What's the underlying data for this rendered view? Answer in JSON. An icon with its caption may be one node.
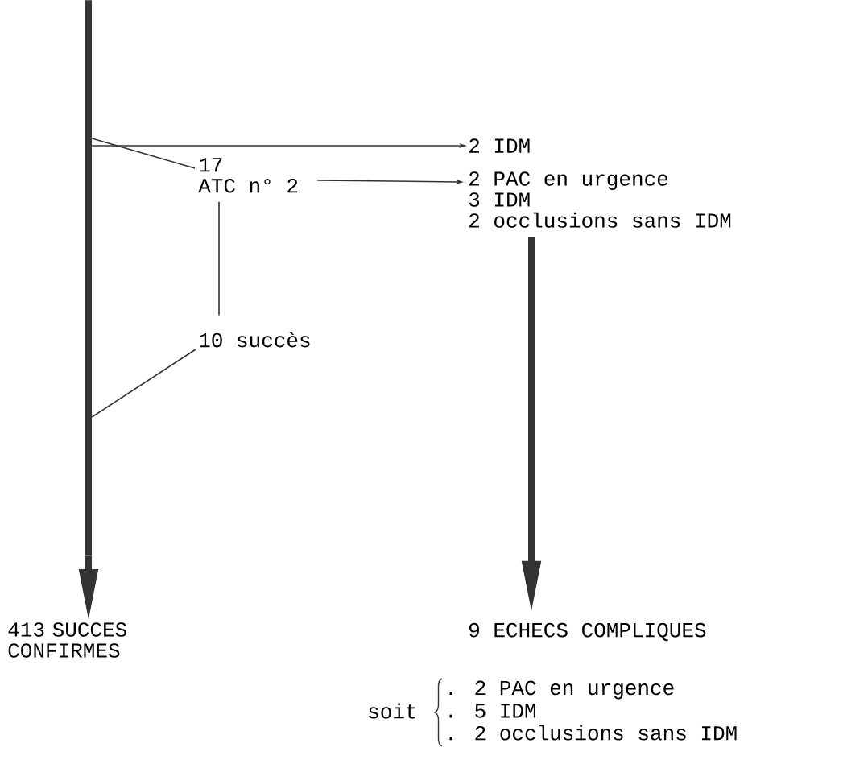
{
  "diagram": {
    "nodes": [
      {
        "text": [],
        "shape": "bar"
      },
      {
        "text": [
          "2 IDM"
        ]
      },
      {
        "text": [
          "17",
          "ATC n° 2"
        ]
      },
      {
        "text": [
          "2 PAC en urgence",
          "3 IDM",
          "2 occlusions sans IDM"
        ]
      },
      {
        "text": [
          "10 succès"
        ]
      },
      {
        "text": [
          "413 SUCCES CONFIRMES"
        ]
      },
      {
        "text": [
          "9 ECHECS COMPLIQUES"
        ]
      }
    ],
    "edges": [
      {
        "from": 0,
        "to": 1,
        "arrow": "to"
      },
      {
        "from": 0,
        "to": 2,
        "arrow": "none"
      },
      {
        "from": 2,
        "to": 3,
        "arrow": "to"
      },
      {
        "from": 2,
        "to": 4,
        "arrow": "none"
      },
      {
        "from": 4,
        "to": 0,
        "arrow": "none"
      },
      {
        "from": 0,
        "to": 5,
        "arrow": "to",
        "style": "thick"
      },
      {
        "from": 3,
        "to": 6,
        "arrow": "to",
        "style": "thick"
      }
    ],
    "labels": [
      "soit",
      ". 2 PAC en urgence",
      ". 5 IDM",
      ". 2 occlusions sans IDM"
    ]
  }
}
